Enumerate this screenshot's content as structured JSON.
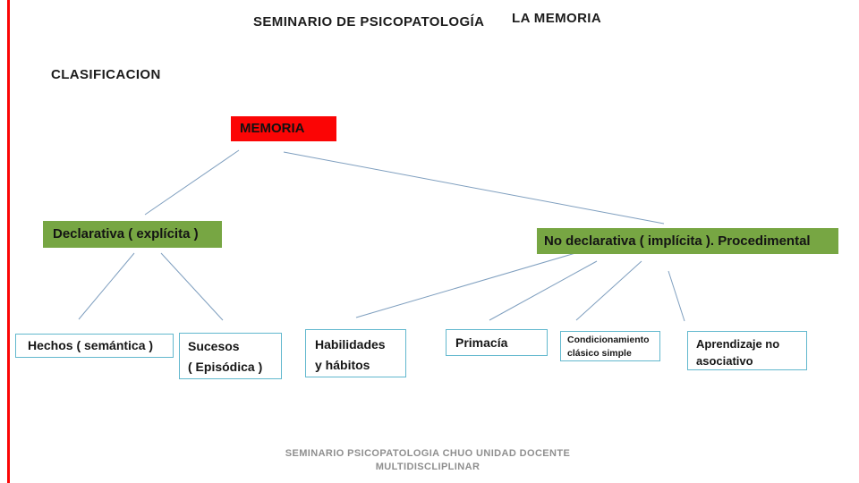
{
  "slide": {
    "title_left": "SEMINARIO DE PSICOPATOLOGÍA",
    "title_right": "LA MEMORIA",
    "heading": "CLASIFICACION",
    "footer_line1": "SEMINARIO PSICOPATOLOGIA CHUO UNIDAD DOCENTE",
    "footer_line2": "MULTIDISCLIPLINAR"
  },
  "diagram": {
    "root": {
      "label": "MEMORIA"
    },
    "branches": [
      {
        "id": "declarativa",
        "label": "Declarativa ( explícita )"
      },
      {
        "id": "no-declarativa",
        "label": "No declarativa ( implícita ). Procedimental"
      }
    ],
    "leaves": [
      {
        "id": "hechos",
        "lines": [
          "Hechos ( semántica )"
        ]
      },
      {
        "id": "sucesos",
        "lines": [
          "Sucesos",
          "( Episódica )"
        ]
      },
      {
        "id": "habilidades",
        "lines": [
          "Habilidades",
          "y hábitos"
        ]
      },
      {
        "id": "primacia",
        "lines": [
          "Primacía"
        ]
      },
      {
        "id": "condicionamiento",
        "lines": [
          "Condicionamiento",
          "clásico simple"
        ]
      },
      {
        "id": "aprendizaje",
        "lines": [
          "Aprendizaje no",
          "asociativo"
        ]
      }
    ],
    "colors": {
      "accent_red": "#fb0505",
      "accent_green": "#77a643",
      "leaf_border": "#62b8ce",
      "connector": "#7f9fbf",
      "footer_gray": "#8f8f8f"
    }
  }
}
